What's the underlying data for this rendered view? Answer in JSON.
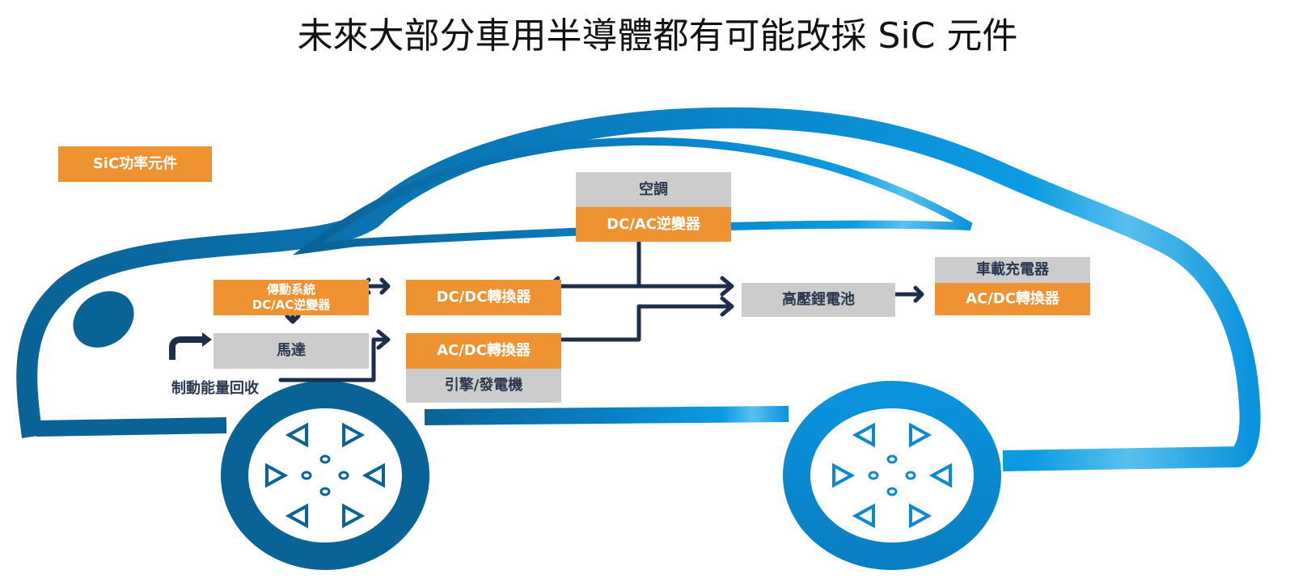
{
  "title": "未來大部分車用半導體都有可能改採 SiC 元件",
  "legend": {
    "label": "SiC功率元件",
    "color": "#ef9232"
  },
  "colors": {
    "sic": "#ef9232",
    "other": "#cccccc",
    "arrow": "#1f2d4d",
    "car_dark": "#0a6396",
    "car_light": "#0a93dd"
  },
  "components": {
    "drive_inverter": {
      "line1": "傳動系統",
      "line2": "DC/AC逆變器",
      "type": "SiC"
    },
    "motor": {
      "label": "馬達",
      "type": "other"
    },
    "dcdc": {
      "label": "DC/DC轉換器",
      "type": "SiC"
    },
    "acdc_engine": {
      "label": "AC/DC轉換器",
      "type": "SiC"
    },
    "engine": {
      "label": "引擎/發電機",
      "type": "other"
    },
    "aircon": {
      "label": "空調",
      "type": "other"
    },
    "aircon_inverter": {
      "label": "DC/AC逆變器",
      "type": "SiC"
    },
    "battery": {
      "label": "高壓鋰電池",
      "type": "other"
    },
    "charger": {
      "label": "車載充電器",
      "type": "other"
    },
    "charger_acdc": {
      "label": "AC/DC轉換器",
      "type": "SiC"
    },
    "regen": {
      "label": "制動能量回收"
    }
  },
  "connections": [
    {
      "from": "drive_inverter",
      "to": "dcdc",
      "direction": "both"
    },
    {
      "from": "drive_inverter",
      "to": "motor",
      "direction": "both"
    },
    {
      "from": "battery",
      "to": "dcdc",
      "direction": "to"
    },
    {
      "from": "battery",
      "to": "aircon_inverter",
      "direction": "to"
    },
    {
      "from": "acdc_engine",
      "to": "battery",
      "direction": "to"
    },
    {
      "from": "regen",
      "to": "acdc_engine",
      "direction": "to"
    },
    {
      "from": "regen",
      "to": "motor",
      "direction": "to"
    },
    {
      "from": "battery",
      "to": "charger_acdc",
      "direction": "both"
    }
  ]
}
